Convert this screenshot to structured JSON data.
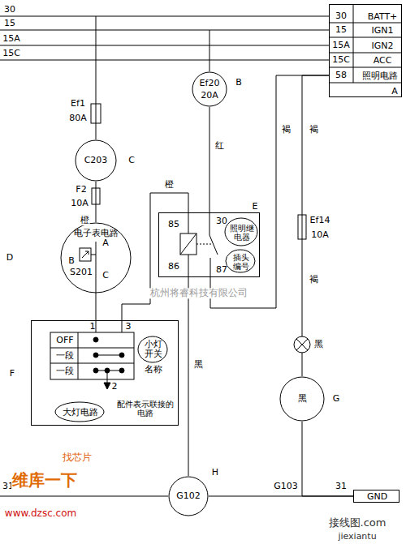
{
  "diagram": {
    "nodes": [
      {
        "text": [
          "BATT+",
          "IGN1",
          "IGN2",
          "ACC",
          "照明电路",
          "A"
        ]
      },
      {
        "text": [
          "Ef20",
          "20A",
          "B"
        ]
      },
      {
        "text": [
          "C203",
          "C"
        ]
      },
      {
        "text": [
          "电子表电路",
          "A",
          "B",
          "C",
          "S201",
          "D"
        ]
      },
      {
        "text": [
          "85",
          "30",
          "86",
          "87",
          "照明继电器",
          "插头编号",
          "E"
        ]
      },
      {
        "text": [
          "1",
          "3",
          "OFF",
          "一段",
          "一段",
          "2",
          "小灯开关",
          "名称",
          "大灯电路",
          "配件表示联接的电路",
          "F"
        ]
      },
      {
        "text": [
          "黑",
          "G"
        ]
      },
      {
        "text": [
          "G102",
          "H"
        ]
      },
      {
        "text": [
          "GND"
        ]
      }
    ],
    "edges": [
      {
        "from": 2,
        "to": 3,
        "arrow": "none"
      },
      {
        "from": 3,
        "to": 5,
        "arrow": "none"
      },
      {
        "from": 1,
        "to": 4,
        "arrow": "none"
      },
      {
        "from": 5,
        "to": 4,
        "arrow": "none"
      },
      {
        "from": 4,
        "to": 7,
        "arrow": "none"
      },
      {
        "from": 0,
        "to": 4,
        "arrow": "none"
      },
      {
        "from": 0,
        "to": 6,
        "arrow": "none"
      },
      {
        "from": 7,
        "to": 8,
        "arrow": "none"
      },
      {
        "from": 6,
        "to": 8,
        "arrow": "none"
      }
    ],
    "labels": [
      "30",
      "15",
      "15A",
      "15C",
      "30",
      "15",
      "15A",
      "15C",
      "58",
      "Ef1",
      "80A",
      "F2",
      "10A",
      "橙",
      "橙",
      "红",
      "黑",
      "褐",
      "褐",
      "Ef14",
      "10A",
      "褐",
      "黑",
      "G103",
      "31",
      "31",
      "杭州将睿科技有限公司",
      "找芯片",
      "维库一下",
      "www.dzsc.com",
      "接线图.com",
      "jiexiantu"
    ]
  }
}
